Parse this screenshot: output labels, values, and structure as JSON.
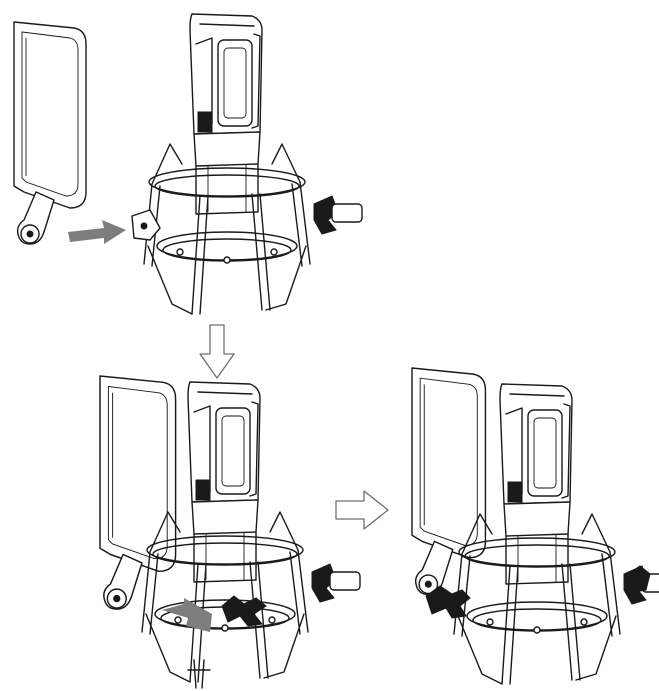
{
  "figure": {
    "description_steps": [
      "step-1-attach-pop-filter-arm",
      "step-2-secure-with-thumb-screw",
      "step-3-assembled"
    ],
    "colors": {
      "line": "#1a1a1a",
      "solid_arrow": "#7d7d7d",
      "outline_arrow": "#6f6f6f",
      "background": "#ffffff"
    }
  }
}
